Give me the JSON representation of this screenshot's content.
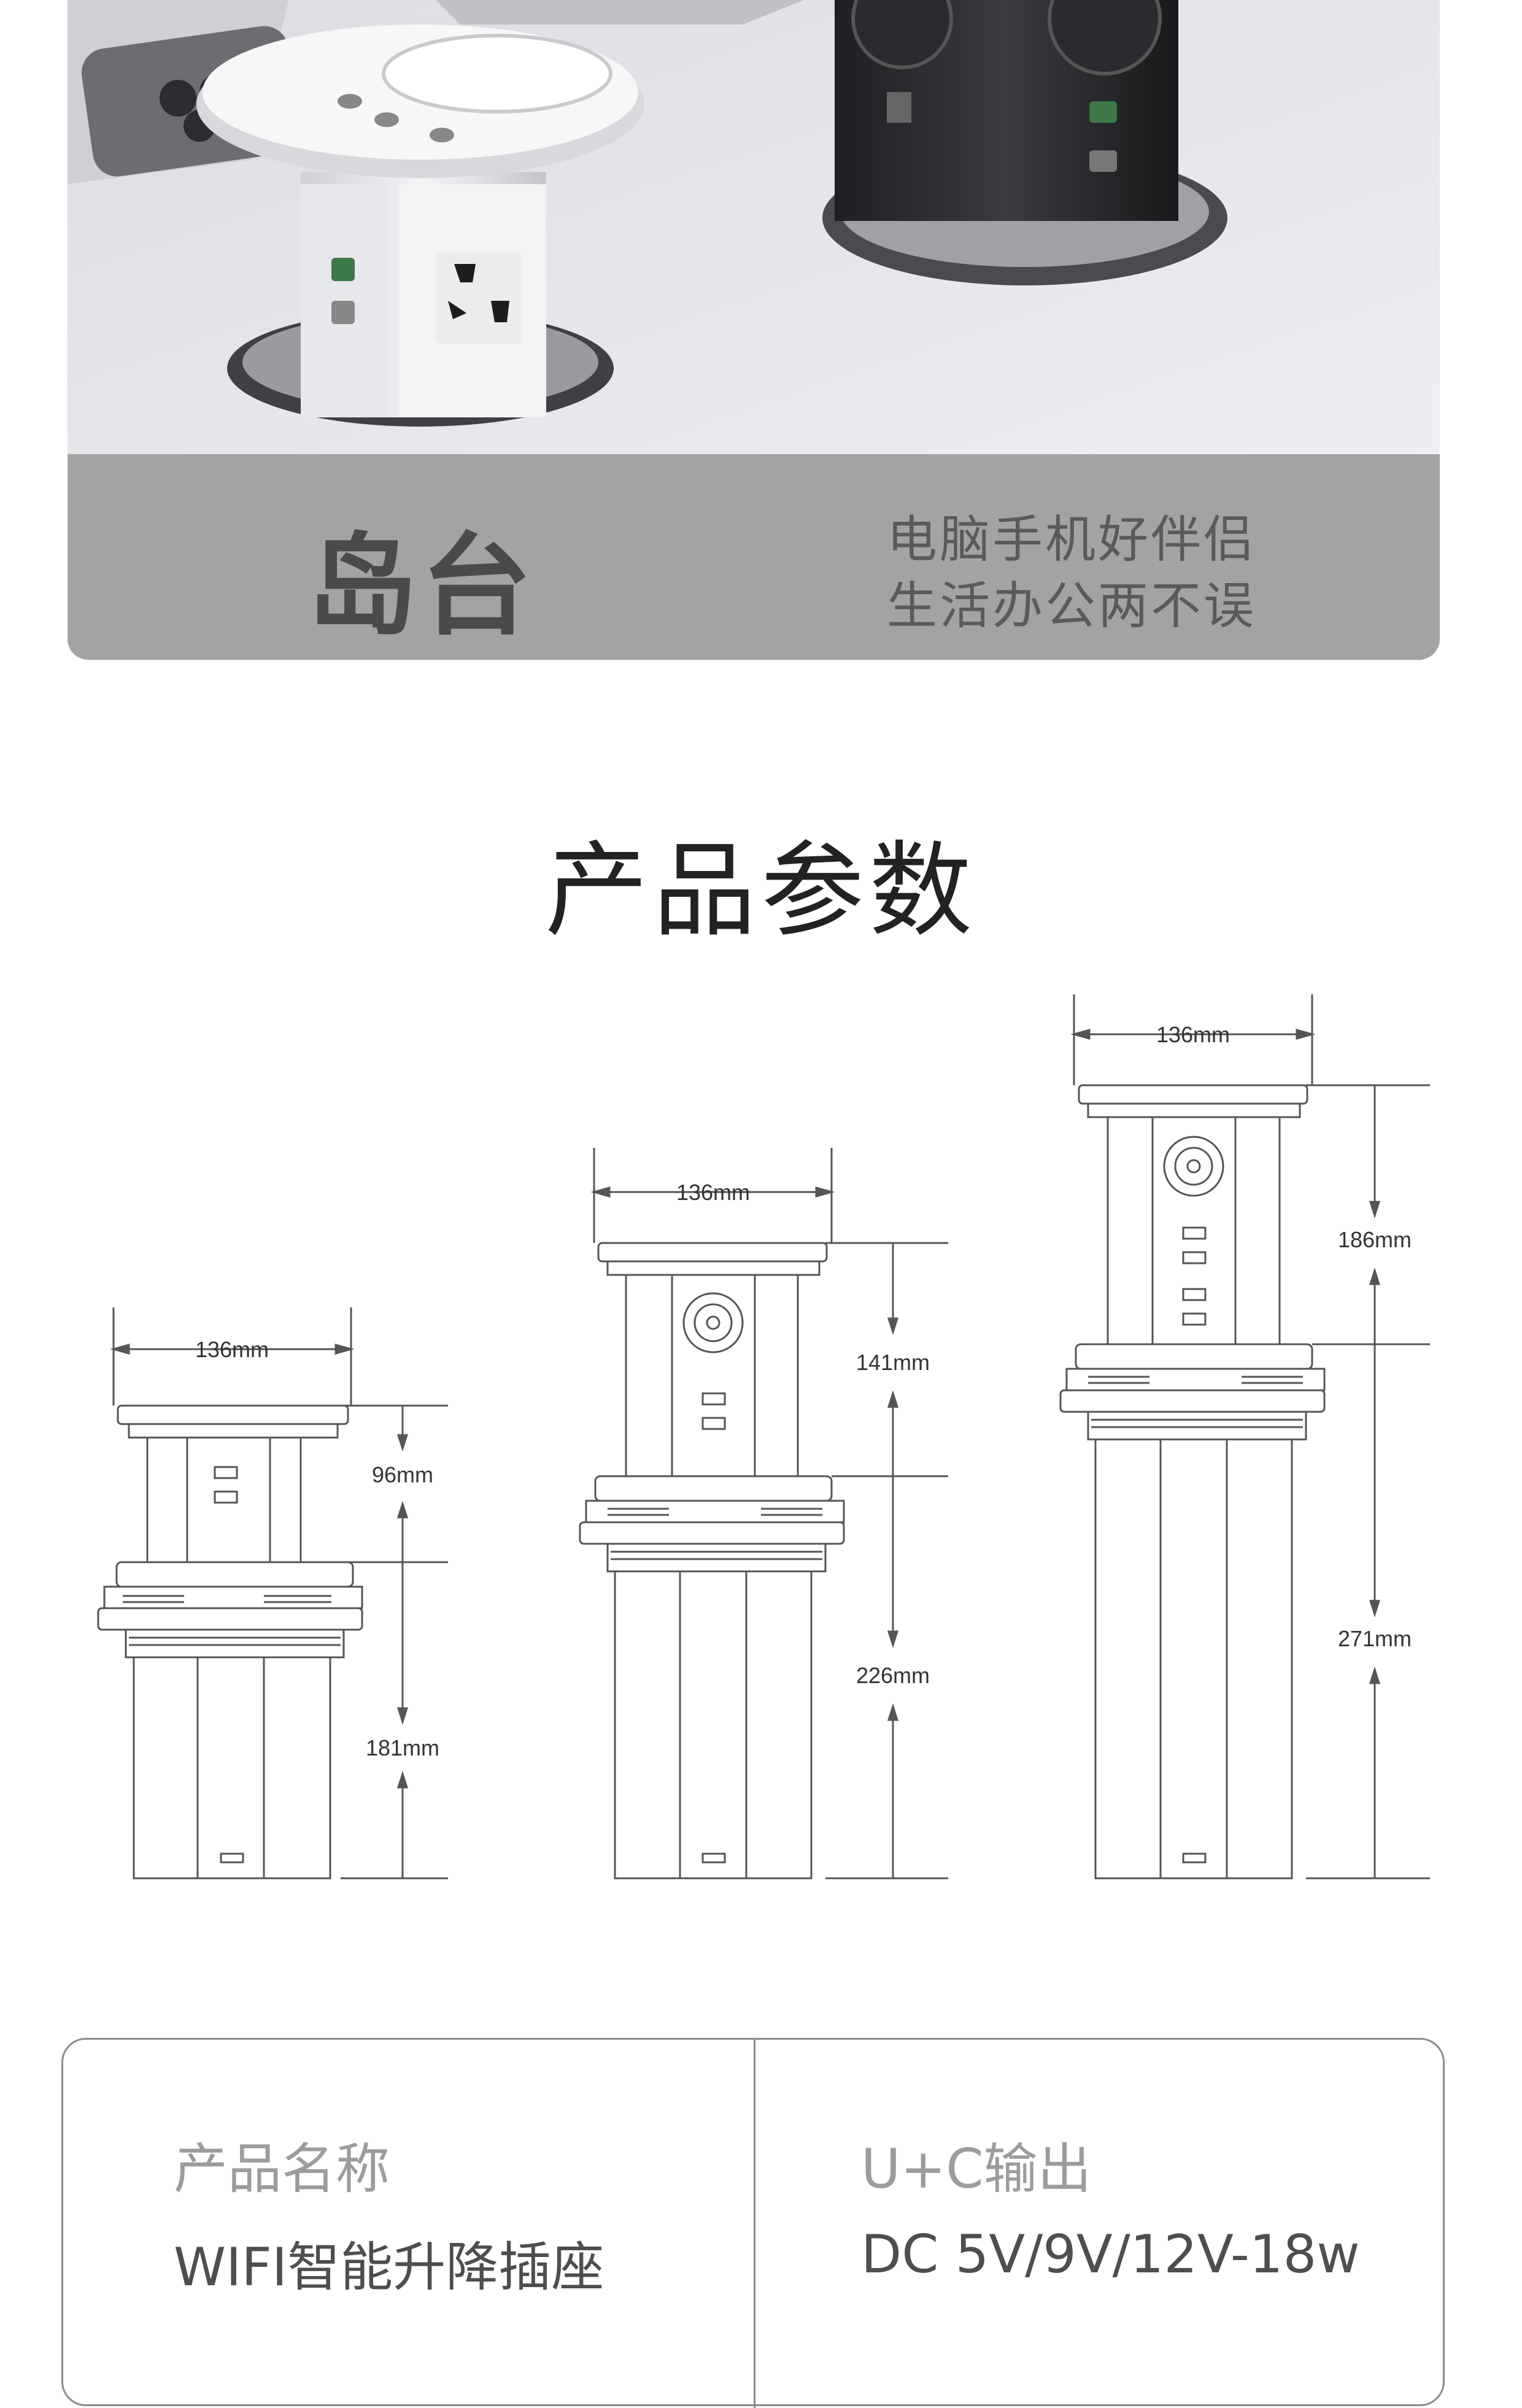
{
  "hero": {
    "title": "岛台",
    "tagline_1": "电脑手机好伴侣",
    "tagline_2": "生活办公两不误"
  },
  "section": {
    "title": "产品参数"
  },
  "dimensions": {
    "small": {
      "width": "136mm",
      "upper": "96mm",
      "lower": "181mm"
    },
    "medium": {
      "width": "136mm",
      "upper": "141mm",
      "lower": "226mm"
    },
    "large": {
      "width": "136mm",
      "upper": "186mm",
      "lower": "271mm"
    }
  },
  "specs": [
    {
      "label": "产品名称",
      "value": "WIFI智能升降插座"
    },
    {
      "label": "U+C输出",
      "value": "DC 5V/9V/12V-18w"
    }
  ],
  "colors": {
    "caption_band": "#a3a3a3",
    "line": "#555555"
  }
}
